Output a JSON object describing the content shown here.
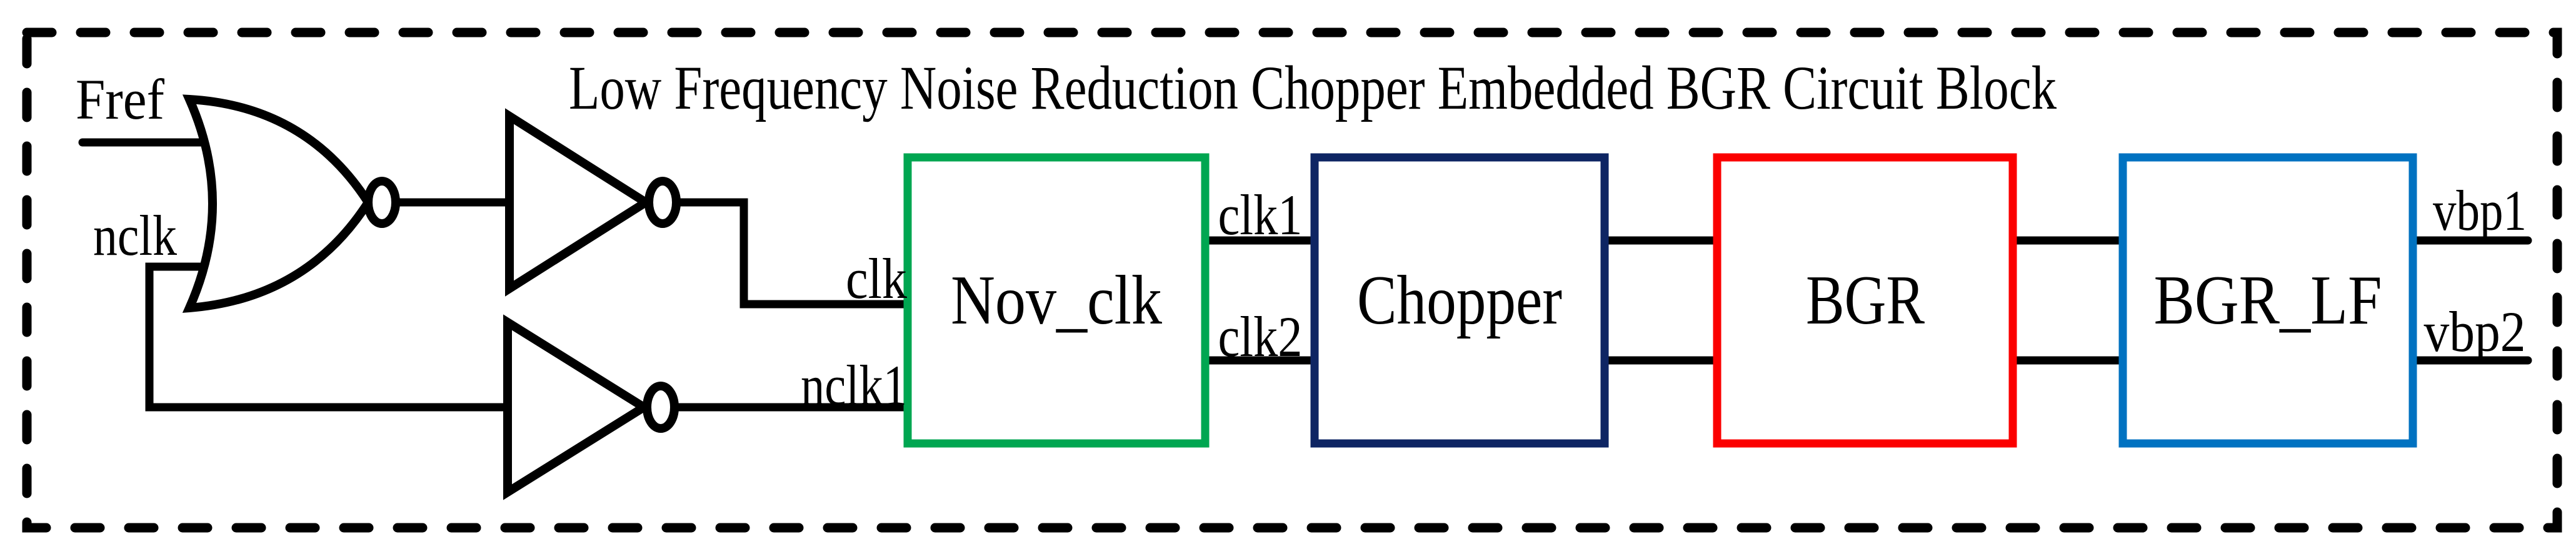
{
  "title": "Low Frequency Noise Reduction Chopper Embedded BGR Circuit Block",
  "colors": {
    "ink": "#000000",
    "background": "#FFFFFF",
    "nov_clk_border": "#00A651",
    "chopper_border": "#0E2563",
    "bgr_border": "#FB0000",
    "bgr_lf_border": "#0072C1"
  },
  "blocks": [
    {
      "id": "nov_clk",
      "label": "Nov_clk",
      "color": "#00A651"
    },
    {
      "id": "chopper",
      "label": "Chopper",
      "color": "#0E2563"
    },
    {
      "id": "bgr",
      "label": "BGR",
      "color": "#FB0000"
    },
    {
      "id": "bgr_lf",
      "label": "BGR_LF",
      "color": "#0072C1"
    }
  ],
  "signals": {
    "fref": "Fref",
    "nclk": "nclk",
    "clk": "clk",
    "nclk1": "nclk1",
    "clk1": "clk1",
    "clk2": "clk2",
    "vbp1": "vbp1",
    "vbp2": "vbp2"
  },
  "icons": {
    "nor_gate": "nor-gate-icon",
    "inverter_top": "inverter-icon",
    "inverter_bottom": "inverter-icon"
  }
}
